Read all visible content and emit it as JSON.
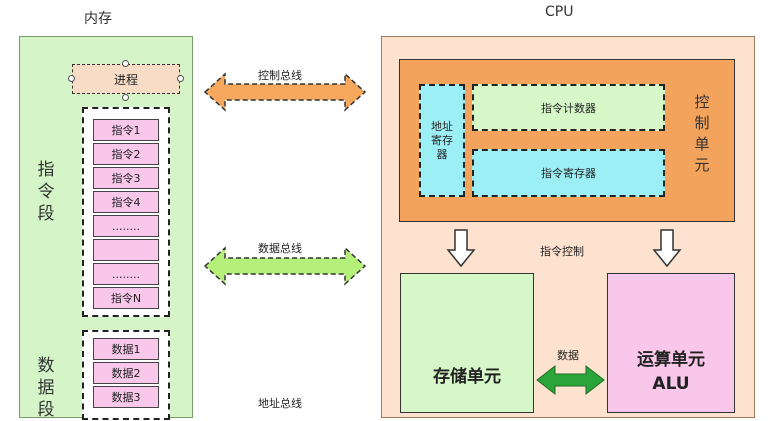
{
  "memory": {
    "title": "内存",
    "instruction_segment_label": "指令段",
    "data_segment_label": "数据段",
    "process_label": "进程",
    "instructions": [
      "指令1",
      "指令2",
      "指令3",
      "指令4",
      "........",
      "",
      "........",
      "指令N"
    ],
    "data_items": [
      "数据1",
      "数据2",
      "数据3"
    ]
  },
  "buses": {
    "control": "控制总线",
    "data": "数据总线",
    "address": "地址总线"
  },
  "cpu": {
    "title": "CPU",
    "address_register": "地址寄存器",
    "program_counter": "指令计数器",
    "instruction_register": "指令寄存器",
    "control_unit_label": "控制单元",
    "instruction_control": "指令控制",
    "storage_unit": "存储单元",
    "data_label": "数据",
    "alu_line1": "运算单元",
    "alu_line2": "ALU"
  },
  "colors": {
    "memory_bg": "#d5f5c8",
    "cpu_bg": "#fde3cf",
    "control_unit": "#f3a35c",
    "cyan_box": "#9cf0f5",
    "green_box": "#d6f7c8",
    "pink_box": "#f8c7ea",
    "control_bus": "#f5a85e",
    "data_bus": "#b5f07a",
    "data_arrow": "#2aa53a"
  }
}
